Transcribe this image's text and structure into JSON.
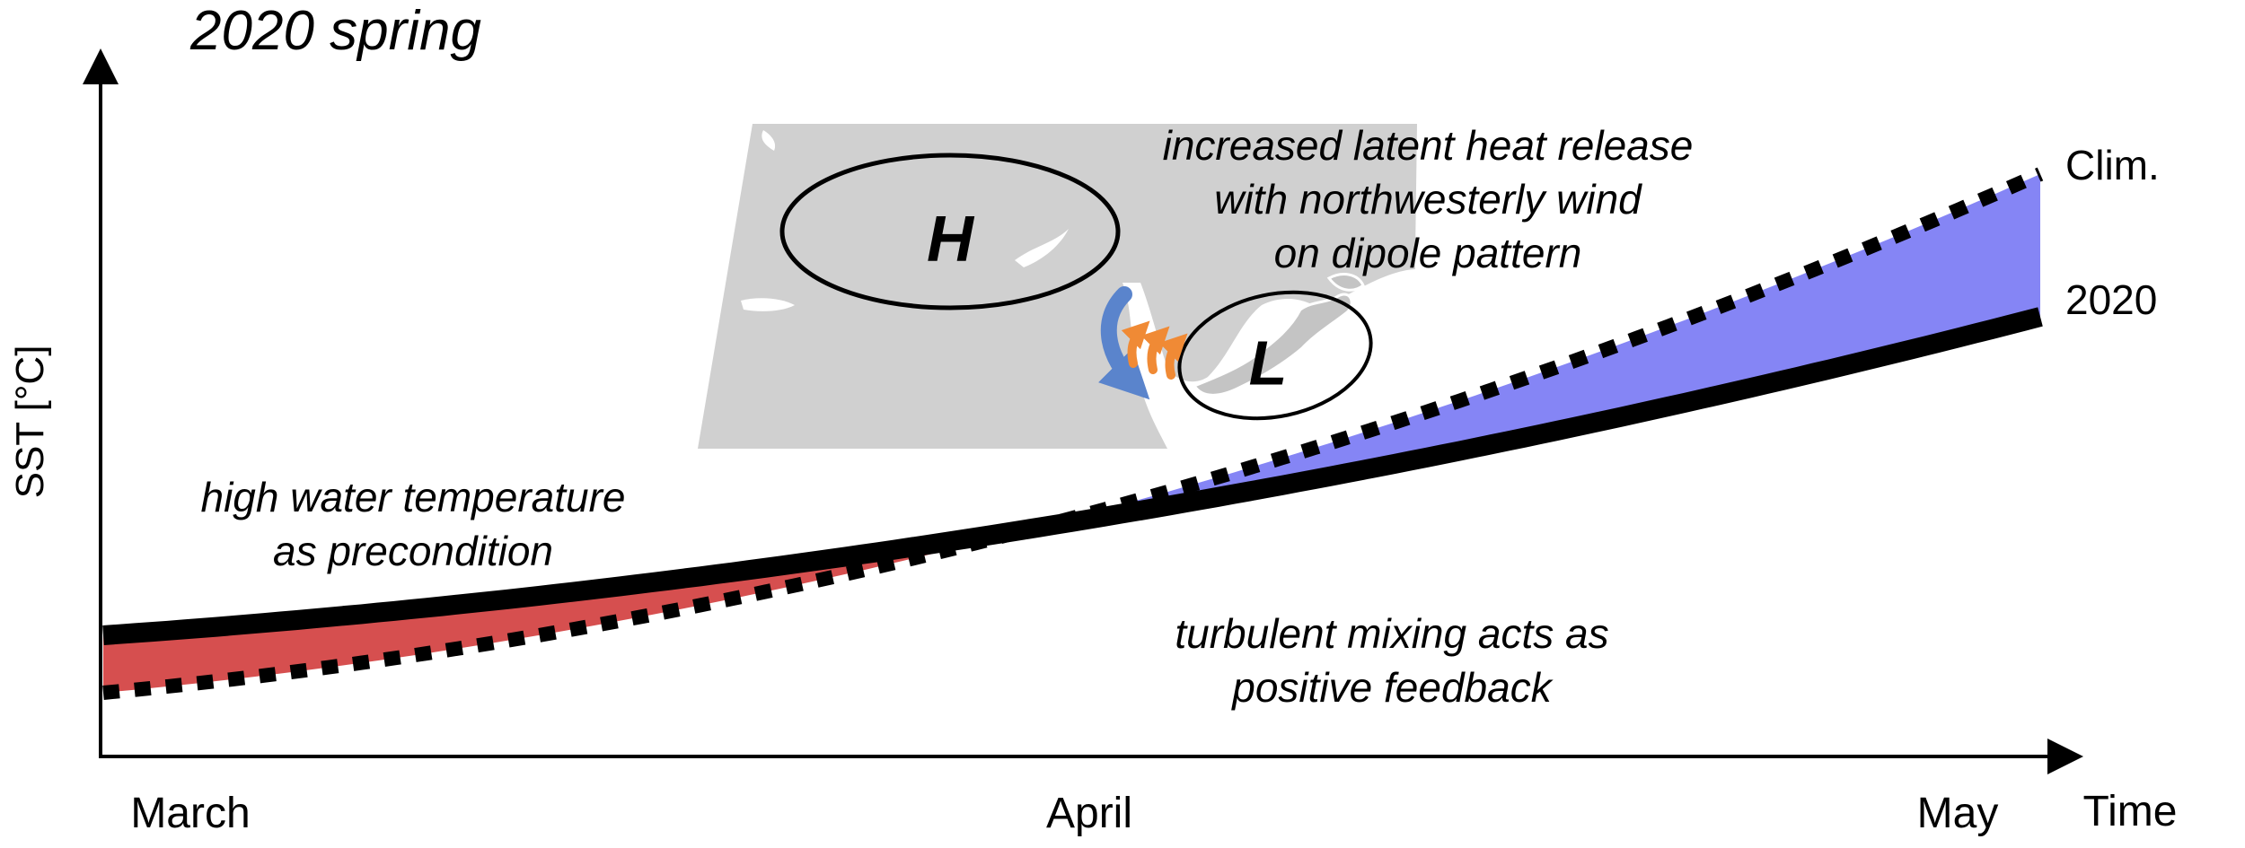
{
  "title": "2020 spring",
  "axes": {
    "y_label": "SST [°C]",
    "x_label": "Time",
    "x_ticks": [
      "March",
      "April",
      "May"
    ]
  },
  "legend": {
    "clim": "Clim.",
    "year": "2020"
  },
  "annotations": {
    "precondition": [
      "high water temperature",
      "as precondition"
    ],
    "latent_heat": [
      "increased latent heat release",
      "with northwesterly wind",
      "on dipole pattern"
    ],
    "mixing": [
      "turbulent mixing acts as",
      "positive feedback"
    ]
  },
  "pressure_systems": {
    "high": "H",
    "low": "L"
  },
  "colors": {
    "warm_anomaly": "#d64f4f",
    "cool_anomaly": "#8585f5",
    "map_land": "#d0d0d0",
    "wind_arrow": "#5a84cc",
    "heat_arrow": "#f08a35"
  }
}
